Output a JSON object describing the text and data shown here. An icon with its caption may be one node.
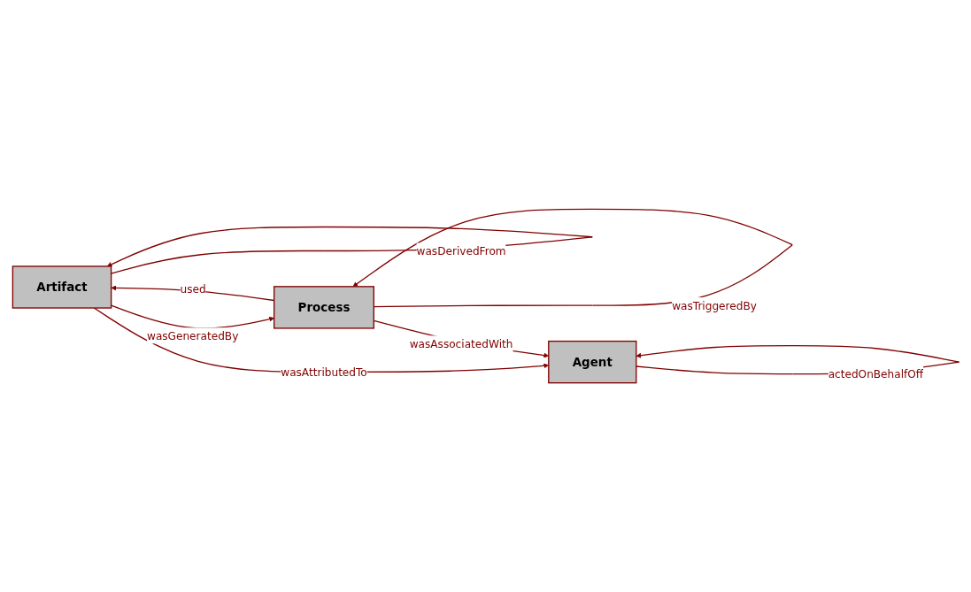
{
  "diagram": {
    "nodes": [
      {
        "text": [
          "Artifact"
        ]
      },
      {
        "text": [
          "Process"
        ]
      },
      {
        "text": [
          "Agent"
        ]
      }
    ],
    "edges": [
      {
        "from": 0,
        "to": 0,
        "arrow": "to",
        "label": "wasDerivedFrom"
      },
      {
        "from": 0,
        "to": 1,
        "arrow": "to",
        "label": "wasGeneratedBy"
      },
      {
        "from": 1,
        "to": 1,
        "arrow": "to",
        "label": "wasTriggeredBy"
      },
      {
        "from": 1,
        "to": 0,
        "arrow": "to",
        "label": "used"
      },
      {
        "from": 0,
        "to": 2,
        "arrow": "to",
        "label": "wasAttributedTo"
      },
      {
        "from": 1,
        "to": 2,
        "arrow": "to",
        "label": "wasAssociatedWith"
      },
      {
        "from": 2,
        "to": 2,
        "arrow": "to",
        "label": "actedOnBehalfOff"
      }
    ]
  }
}
